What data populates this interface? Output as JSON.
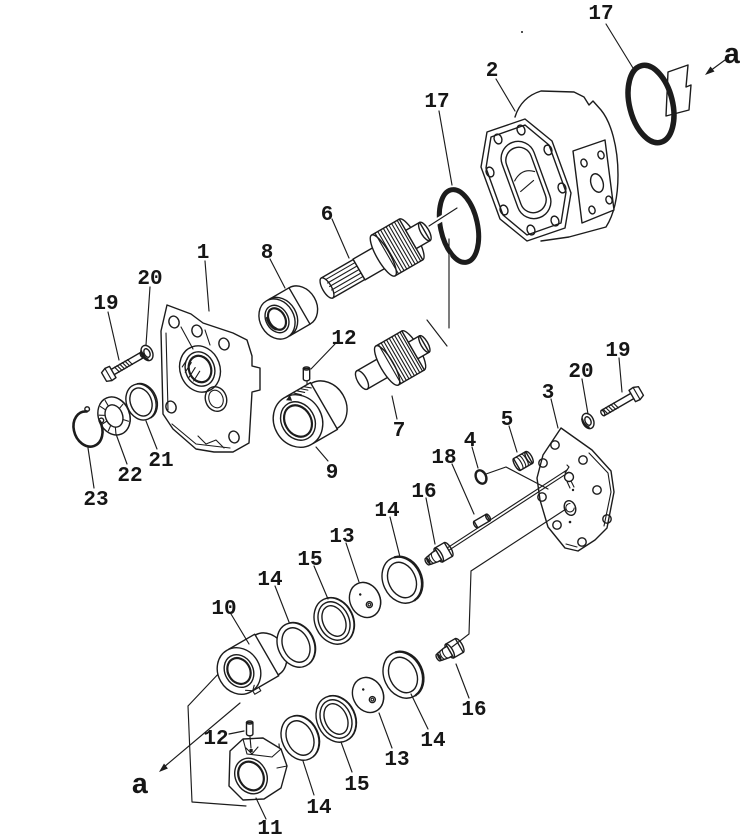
{
  "figure": {
    "kind": "exploded-parts-diagram",
    "colors": {
      "ink": "#1c1c1c",
      "paper": "#ffffff"
    }
  },
  "callouts": [
    {
      "id": "17-top",
      "label": "17"
    },
    {
      "id": "a-top",
      "label": "a"
    },
    {
      "id": "2",
      "label": "2"
    },
    {
      "id": "17-mid",
      "label": "17"
    },
    {
      "id": "6",
      "label": "6"
    },
    {
      "id": "1",
      "label": "1"
    },
    {
      "id": "8",
      "label": "8"
    },
    {
      "id": "20-left",
      "label": "20"
    },
    {
      "id": "19-left",
      "label": "19"
    },
    {
      "id": "12-top",
      "label": "12"
    },
    {
      "id": "21",
      "label": "21"
    },
    {
      "id": "22",
      "label": "22"
    },
    {
      "id": "23",
      "label": "23"
    },
    {
      "id": "9",
      "label": "9"
    },
    {
      "id": "7",
      "label": "7"
    },
    {
      "id": "3",
      "label": "3"
    },
    {
      "id": "20-right",
      "label": "20"
    },
    {
      "id": "19-right",
      "label": "19"
    },
    {
      "id": "5",
      "label": "5"
    },
    {
      "id": "4",
      "label": "4"
    },
    {
      "id": "18",
      "label": "18"
    },
    {
      "id": "16-upper",
      "label": "16"
    },
    {
      "id": "14-r1-right",
      "label": "14"
    },
    {
      "id": "13-r1",
      "label": "13"
    },
    {
      "id": "15-r1",
      "label": "15"
    },
    {
      "id": "14-r1-left",
      "label": "14"
    },
    {
      "id": "10",
      "label": "10"
    },
    {
      "id": "16-lower",
      "label": "16"
    },
    {
      "id": "14-r2-right",
      "label": "14"
    },
    {
      "id": "13-r2",
      "label": "13"
    },
    {
      "id": "15-r2",
      "label": "15"
    },
    {
      "id": "14-r2-left",
      "label": "14"
    },
    {
      "id": "12-bottom",
      "label": "12"
    },
    {
      "id": "11",
      "label": "11"
    },
    {
      "id": "a-bottom",
      "label": "a"
    }
  ]
}
